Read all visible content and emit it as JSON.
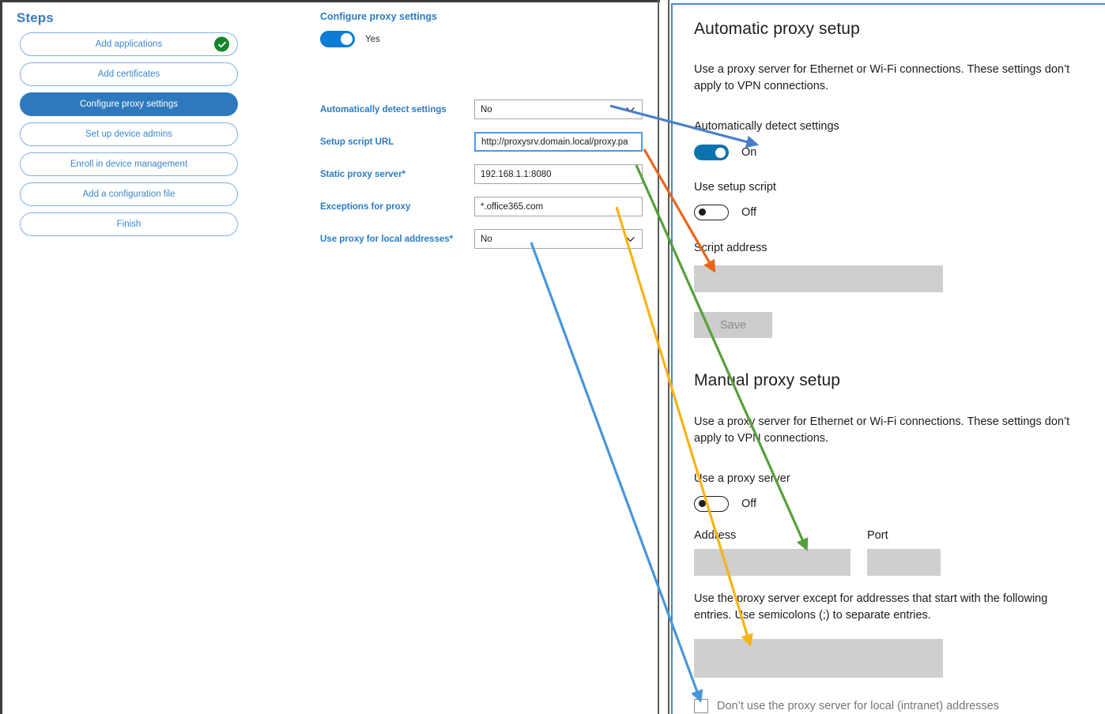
{
  "steps": {
    "title": "Steps",
    "items": [
      {
        "label": "Add applications",
        "state": "complete",
        "icon": "check-circle-icon"
      },
      {
        "label": "Add certificates",
        "state": "default"
      },
      {
        "label": "Configure proxy settings",
        "state": "active"
      },
      {
        "label": "Set up device admins",
        "state": "default"
      },
      {
        "label": "Enroll in device management",
        "state": "default"
      },
      {
        "label": "Add a configuration file",
        "state": "default"
      },
      {
        "label": "Finish",
        "state": "default"
      }
    ]
  },
  "form": {
    "heading": "Configure proxy settings",
    "master_toggle": {
      "value": "Yes",
      "state": "on"
    },
    "fields": [
      {
        "label": "Automatically detect settings",
        "required": false,
        "type": "select",
        "value": "No",
        "focused": false
      },
      {
        "label": "Setup script URL",
        "required": false,
        "type": "text",
        "value": "http://proxysrv.domain.local/proxy.pa",
        "focused": true
      },
      {
        "label": "Static proxy server",
        "required": true,
        "type": "text",
        "value": "192.168.1.1:8080",
        "focused": false
      },
      {
        "label": "Exceptions for proxy",
        "required": false,
        "type": "text",
        "value": "*.office365.com",
        "focused": false
      },
      {
        "label": "Use proxy for local addresses",
        "required": true,
        "type": "select",
        "value": "No",
        "focused": false
      }
    ],
    "required_marker": "*"
  },
  "settings": {
    "automatic": {
      "heading": "Automatic proxy setup",
      "description": "Use a proxy server for Ethernet or Wi-Fi connections. These settings don’t apply to VPN connections.",
      "detect_label": "Automatically detect settings",
      "detect_state": "On",
      "script_label": "Use setup script",
      "script_state": "Off",
      "script_address_label": "Script address",
      "script_address_value": "",
      "save_label": "Save"
    },
    "manual": {
      "heading": "Manual proxy setup",
      "description": "Use a proxy server for Ethernet or Wi-Fi connections. These settings don’t apply to VPN connections.",
      "use_proxy_label": "Use a proxy server",
      "use_proxy_state": "Off",
      "address_label": "Address",
      "address_value": "",
      "port_label": "Port",
      "port_value": "",
      "exceptions_description": "Use the proxy server except for addresses that start with the following entries. Use semicolons (;) to separate entries.",
      "exceptions_value": "",
      "bypass_local_label": "Don’t use the proxy server for local (intranet) addresses",
      "bypass_local_checked": false
    }
  },
  "annotations": {
    "arrows": [
      {
        "name": "blue-arrow-detect-settings",
        "color": "#4a7ec8",
        "from": "Automatically detect settings dropdown",
        "to": "Automatically detect settings toggle"
      },
      {
        "name": "orange-arrow-setup-script-url",
        "color": "#e8661c",
        "from": "Setup script URL field",
        "to": "Script address box"
      },
      {
        "name": "green-arrow-static-proxy-server",
        "color": "#56a03c",
        "from": "Static proxy server field",
        "to": "Address box"
      },
      {
        "name": "yellow-arrow-exceptions-for-proxy",
        "color": "#f5b417",
        "from": "Exceptions for proxy field",
        "to": "Exceptions box"
      },
      {
        "name": "blue-arrow-local-addresses",
        "color": "#4a96d8",
        "from": "Use proxy for local addresses dropdown",
        "to": "Don’t use the proxy server for local (intranet) addresses checkbox"
      }
    ]
  },
  "colors": {
    "accent_blue": "#2e79bd",
    "label_blue": "#2b7cc4",
    "toggle_on_left": "#0c7cd5",
    "toggle_on_right": "#0b74b0",
    "check_green": "#17862a",
    "field_grey": "#cfcfcf"
  }
}
